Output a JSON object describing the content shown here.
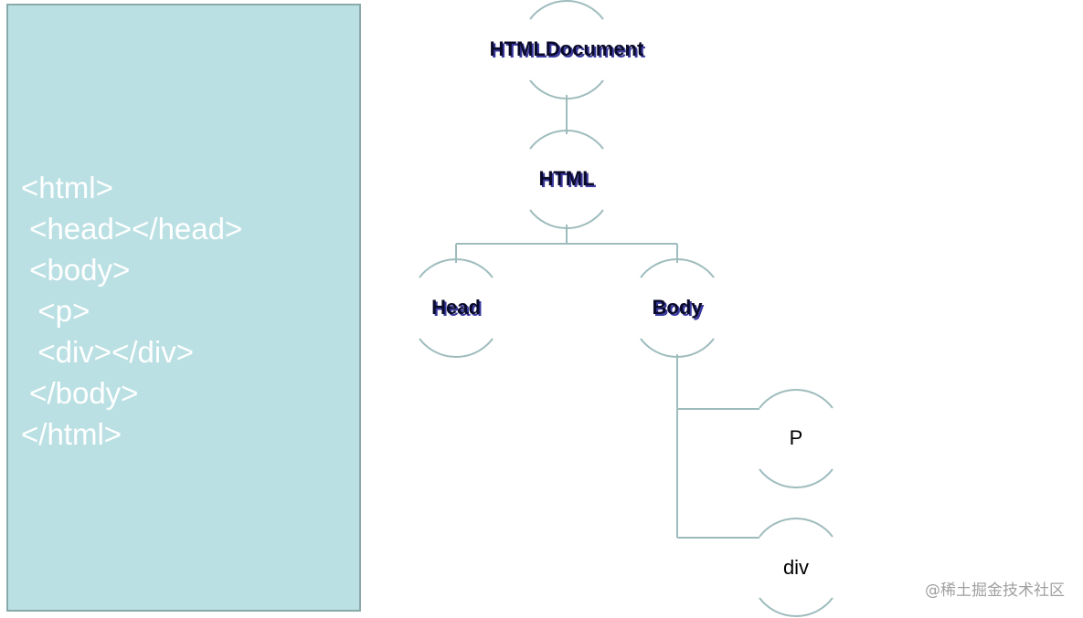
{
  "code": {
    "lines": [
      "<html>",
      " <head></head>",
      " <body>",
      "  <p>",
      "  <div></div>",
      " </body>",
      "</html>"
    ]
  },
  "tree": {
    "nodes": {
      "document": "HTMLDocument",
      "html": "HTML",
      "head": "Head",
      "body": "Body",
      "p": "P",
      "div": "div"
    },
    "line_color": "#9fbcbd",
    "panel_color": "#bbe0e3"
  },
  "watermark": "@稀土掘金技术社区"
}
